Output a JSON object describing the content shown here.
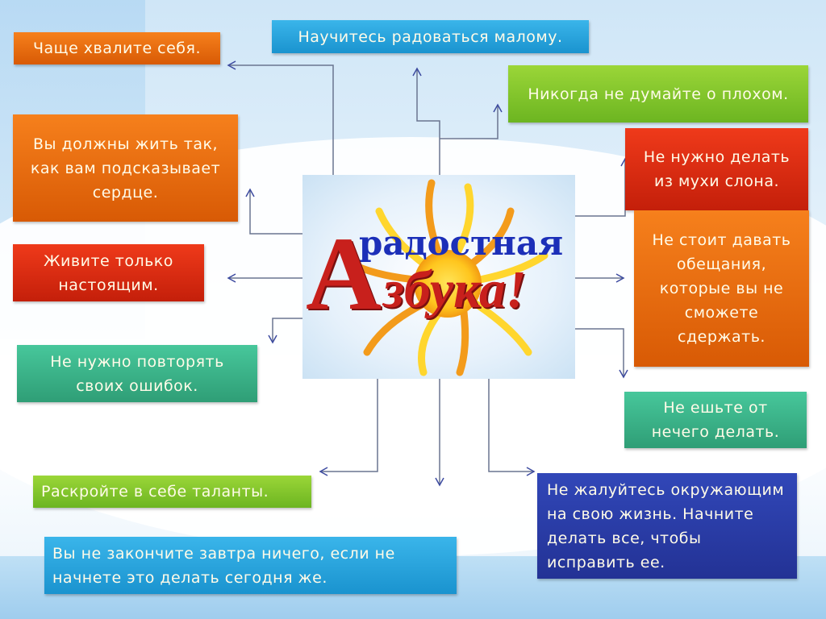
{
  "center": {
    "title_line1": "радостная",
    "title_letter": "А",
    "title_rest": "збука!",
    "icon": "sun-icon"
  },
  "boxes": {
    "praise": "Чаще хвалите себя.",
    "heart": "Вы должны жить так, как вам подсказывает сердце.",
    "present": "Живите только настоящим.",
    "mistakes": "Не нужно повторять своих ошибок.",
    "little": "Научитесь радоваться малому.",
    "bad": "Никогда не думайте о плохом.",
    "fly": "Не нужно делать из мухи слона.",
    "promises": "Не стоит давать обещания, которые вы не сможете сдержать.",
    "eat": "Не ешьте от нечего делать.",
    "talents": "Раскройте в себе таланты.",
    "tomorrow": "Вы не закончите завтра ничего, если не начнете это делать сегодня же.",
    "complain": "Не жалуйтесь окружающим на свою жизнь. Начните делать все, чтобы исправить ее."
  },
  "colors": {
    "orange": "#e8690f",
    "red": "#d8280f",
    "green": "#82c62c",
    "teal": "#3bb386",
    "blue": "#27a6de",
    "navy": "#2a3ca8",
    "connector": "#6a7590",
    "arrowhead": "#3c4aa0"
  }
}
